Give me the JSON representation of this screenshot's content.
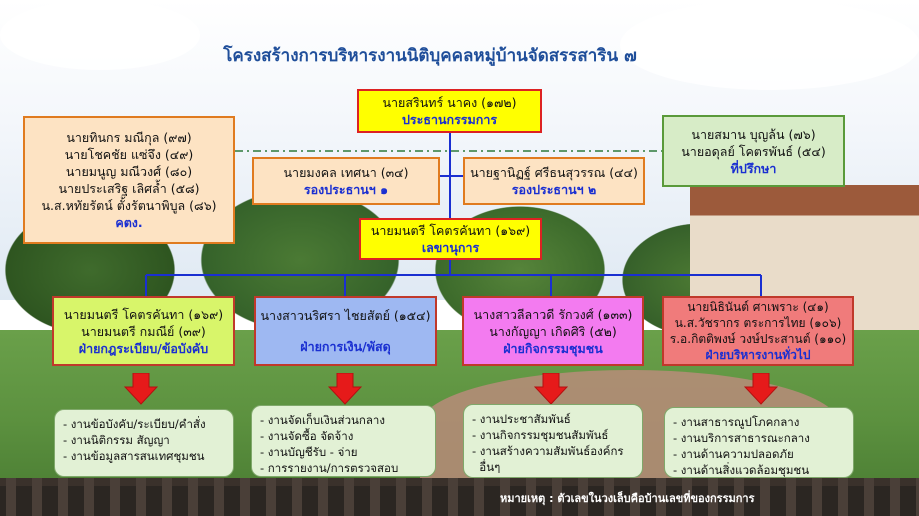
{
  "title": "โครงสร้างการบริหารงานนิติบุคคลหมู่บ้านจัดสรรสาริน ๗",
  "chairman": {
    "names": [
      "นายสรินทร์ นาคง (๑๗๒)"
    ],
    "role": "ประธานกรรมการ"
  },
  "committee": {
    "names": [
      "นายทินกร มณีกุล (๙๗)",
      "นายโชคชัย แซ่จึง (๔๙)",
      "นายมนูญ มณีวงศ์ (๘๐)",
      "นายประเสริฐ เลิศล้ำ (๕๘)",
      "น.ส.หทัยรัตน์ ตั้งรัตนาพิบูล (๘๖)"
    ],
    "role": "คตง."
  },
  "advisor": {
    "names": [
      "นายสมาน บุญล้น (๗๖)",
      "นายอดุลย์ โคตรพันธ์ (๕๔)"
    ],
    "role": "ที่ปรึกษา"
  },
  "vice1": {
    "names": [
      "นายมงคล เทศนา (๓๔)"
    ],
    "role": "รองประธานฯ ๑"
  },
  "vice2": {
    "names": [
      "นายฐานิฏฐ์ ศรีธนสุวรรณ (๔๔)"
    ],
    "role": "รองประธานฯ ๒"
  },
  "secretary": {
    "names": [
      "นายมนตรี โคตรคันทา (๑๖๙)"
    ],
    "role": "เลขานุการ"
  },
  "departments": [
    {
      "names": [
        "นายมนตรี โคตรคันทา (๑๖๙)",
        "นายมนตรี กมณีย์ (๓๙)"
      ],
      "role": "ฝ่ายกฎระเบียบ/ข้อบังคับ",
      "tasks": [
        "- งานข้อบังคับ/ระเบียบ/คำสั่ง",
        "- งานนิติกรรม สัญญา",
        "- งานข้อมูลสารสนเทศชุมชน"
      ]
    },
    {
      "names": [
        "นางสาวนริศรา ไชยสัตย์ (๑๕๔)"
      ],
      "role": "ฝ่ายการเงิน/พัสดุ",
      "tasks": [
        "- งานจัดเก็บเงินส่วนกลาง",
        "- งานจัดซื้อ จัดจ้าง",
        "- งานบัญชีรับ - จ่าย",
        "- การรายงาน/การตรวจสอบ"
      ]
    },
    {
      "names": [
        "นางสาวลีลาวดี รักวงศ์ (๑๓๓)",
        "นางกัญญา เกิดศิริ (๕๒)"
      ],
      "role": "ฝ่ายกิจกรรมชุมชน",
      "tasks": [
        "- งานประชาสัมพันธ์",
        "- งานกิจกรรมชุมชนสัมพันธ์",
        "- งานสร้างความสัมพันธ์องค์กร",
        "  อื่นๆ"
      ]
    },
    {
      "names": [
        "นายนิธินันต์ ศาเพราะ (๔๑)",
        "น.ส.วัชรากร ตระการไทย (๑๐๖)",
        "ร.อ.กิตติพงษ์ วงษ์ประสานต์ (๑๑๐)"
      ],
      "role": "ฝ่ายบริหารงานทั่วไป",
      "tasks": [
        "- งานสาธารณูปโภคกลาง",
        "- งานบริการสาธารณะกลาง",
        "- งานด้านความปลอดภัย",
        "- งานด้านสิ่งแวดล้อมชุมชน"
      ]
    }
  ],
  "note": "หมายเหตุ : ตัวเลขในวงเล็บคือบ้านเลขที่ของกรรมการ",
  "colors": {
    "title": "#1f4e9a",
    "role": "#1a2fd1",
    "connector": "#1a2fd1",
    "arrow": "#e61a1a"
  }
}
